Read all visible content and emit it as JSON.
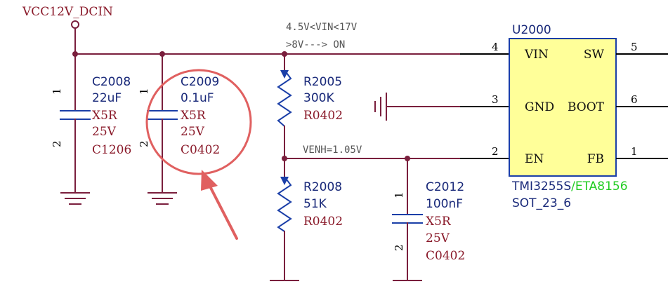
{
  "power_port": {
    "label": "VCC12V_DCIN"
  },
  "notes": {
    "vin_range": "4.5V<VIN<17V",
    "on_threshold": ">8V---> ON",
    "venh": "VENH=1.05V"
  },
  "capacitors": [
    {
      "ref": "C2008",
      "value": "22uF",
      "dielectric": "X5R",
      "voltage": "25V",
      "package": "C1206",
      "pin1": "1",
      "pin2": "2"
    },
    {
      "ref": "C2009",
      "value": "0.1uF",
      "dielectric": "X5R",
      "voltage": "25V",
      "package": "C0402",
      "pin1": "1",
      "pin2": "2"
    },
    {
      "ref": "C2012",
      "value": "100nF",
      "dielectric": "X5R",
      "voltage": "25V",
      "package": "C0402",
      "pin1": "1",
      "pin2": "2"
    }
  ],
  "resistors": [
    {
      "ref": "R2005",
      "value": "300K",
      "package": "R0402"
    },
    {
      "ref": "R2008",
      "value": "51K",
      "package": "R0402"
    }
  ],
  "ic": {
    "designator": "U2000",
    "part_number": "TMI3255S",
    "alt_part": "/ETA8156",
    "package": "SOT_23_6",
    "fill_color": "#ffff99",
    "alt_part_color": "#22cc22",
    "pins": [
      {
        "num": "4",
        "name": "VIN"
      },
      {
        "num": "3",
        "name": "GND"
      },
      {
        "num": "2",
        "name": "EN"
      },
      {
        "num": "5",
        "name": "SW"
      },
      {
        "num": "6",
        "name": "BOOT"
      },
      {
        "num": "1",
        "name": "FB"
      }
    ]
  },
  "annotation_color": "#e06060",
  "wire_color": "#7a1f3d"
}
